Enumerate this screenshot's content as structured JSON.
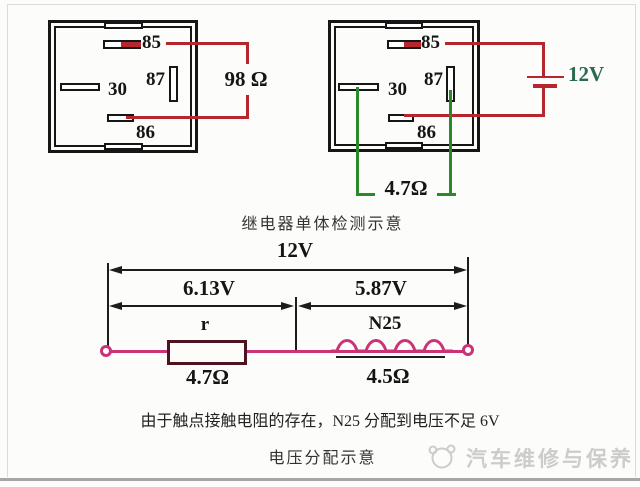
{
  "colors": {
    "wire_red": "#b5262d",
    "wire_green": "#2a8a2a",
    "wire_magenta": "#cc3377",
    "battery_label_green": "#2a6b50",
    "resistor_outline": "#4d1321",
    "watermark_gray": "#cccccc"
  },
  "relay_test": {
    "caption": "继电器单体检测示意",
    "left_relay": {
      "pin85": "85",
      "pin30": "30",
      "pin87": "87",
      "pin86": "86",
      "reading": "98 Ω"
    },
    "right_relay": {
      "pin85": "85",
      "pin30": "30",
      "pin87": "87",
      "pin86": "86",
      "battery": "12V",
      "reading": "4.7Ω"
    }
  },
  "voltage_diagram": {
    "total": "12V",
    "left_drop": "6.13V",
    "right_drop": "5.87V",
    "resistor_label": "r",
    "resistor_value": "4.7Ω",
    "coil_label": "N25",
    "coil_value": "4.5Ω",
    "note": "由于触点接触电阻的存在，N25 分配到电压不足 6V",
    "caption": "电压分配示意"
  },
  "watermark": {
    "text": "汽车维修与保养"
  }
}
